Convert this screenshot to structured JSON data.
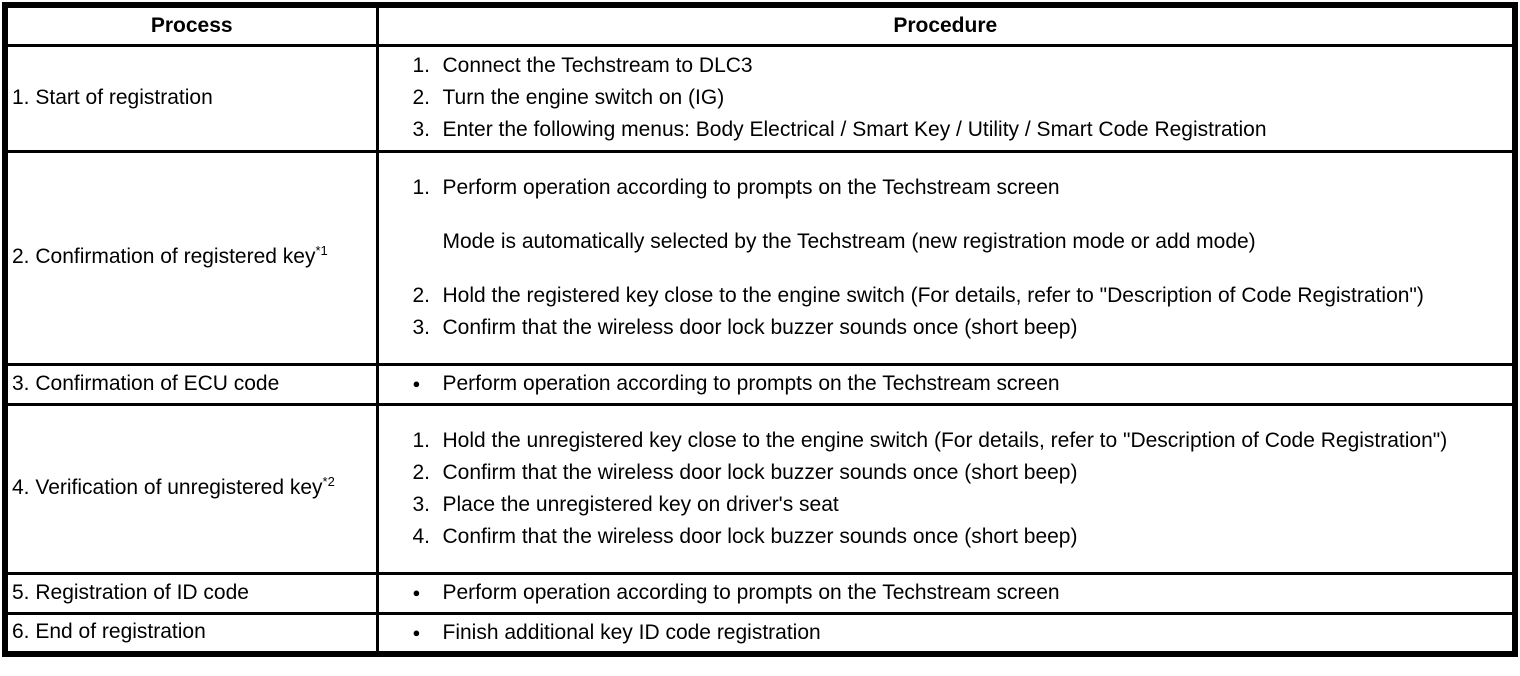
{
  "colors": {
    "border": "#000000",
    "text": "#000000",
    "background": "#ffffff"
  },
  "table": {
    "headers": [
      "Process",
      "Procedure"
    ],
    "rows": [
      {
        "process": {
          "label": "1. Start of registration",
          "sup": ""
        },
        "procedure": [
          {
            "type": "step",
            "marker": "1.",
            "text": "Connect the Techstream to DLC3"
          },
          {
            "type": "step",
            "marker": "2.",
            "text": "Turn the engine switch on (IG)"
          },
          {
            "type": "step",
            "marker": "3.",
            "text": "Enter the following menus: Body Electrical / Smart Key / Utility / Smart Code Registration"
          }
        ]
      },
      {
        "process": {
          "label": "2. Confirmation of registered key",
          "sup": "*1"
        },
        "procedure": [
          {
            "type": "step",
            "marker": "1.",
            "text": "Perform operation according to prompts on the Techstream screen"
          },
          {
            "type": "note",
            "marker": "",
            "text": "Mode is automatically selected by the Techstream (new registration mode or add mode)"
          },
          {
            "type": "step",
            "marker": "2.",
            "text": "Hold the registered key close to the engine switch (For details, refer to \"Description of Code Registration\")"
          },
          {
            "type": "step",
            "marker": "3.",
            "text": "Confirm that the wireless door lock buzzer sounds once (short beep)"
          }
        ]
      },
      {
        "process": {
          "label": "3. Confirmation of ECU code",
          "sup": ""
        },
        "procedure": [
          {
            "type": "bullet",
            "marker": "●",
            "text": "Perform operation according to prompts on the Techstream screen"
          }
        ]
      },
      {
        "process": {
          "label": "4. Verification of unregistered key",
          "sup": "*2"
        },
        "procedure": [
          {
            "type": "step",
            "marker": "1.",
            "text": "Hold the unregistered key close to the engine switch (For details, refer to \"Description of Code Registration\")"
          },
          {
            "type": "step",
            "marker": "2.",
            "text": "Confirm that the wireless door lock buzzer sounds once (short beep)"
          },
          {
            "type": "step",
            "marker": "3.",
            "text": "Place the unregistered key on driver's seat"
          },
          {
            "type": "step",
            "marker": "4.",
            "text": "Confirm that the wireless door lock buzzer sounds once (short beep)"
          }
        ]
      },
      {
        "process": {
          "label": "5. Registration of ID code",
          "sup": ""
        },
        "procedure": [
          {
            "type": "bullet",
            "marker": "●",
            "text": "Perform operation according to prompts on the Techstream screen"
          }
        ]
      },
      {
        "process": {
          "label": "6. End of registration",
          "sup": ""
        },
        "procedure": [
          {
            "type": "bullet",
            "marker": "●",
            "text": "Finish additional key ID code registration"
          }
        ]
      }
    ]
  }
}
